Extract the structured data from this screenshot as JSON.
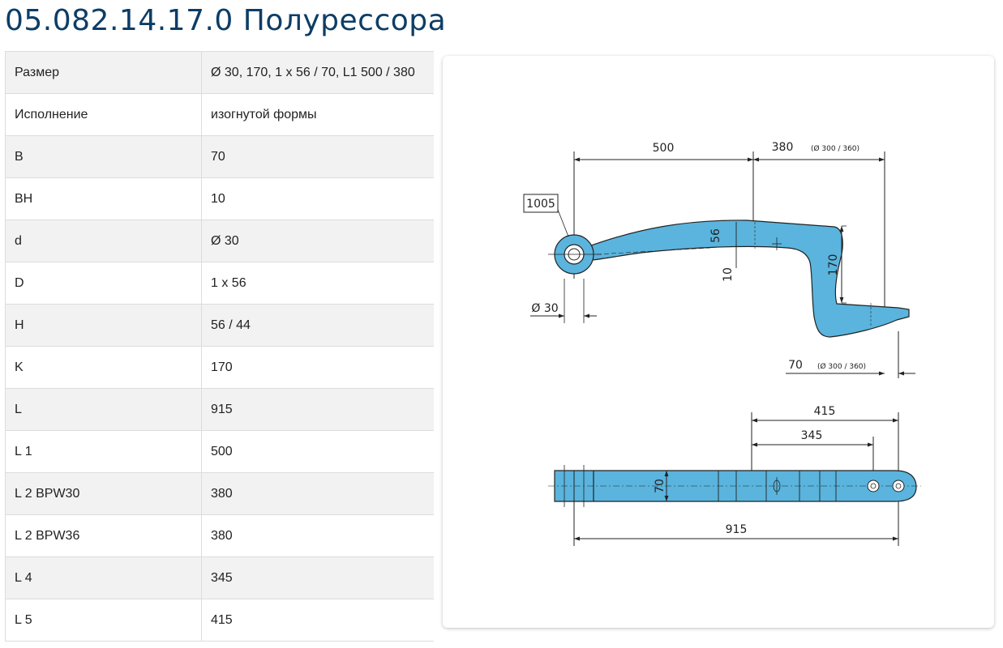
{
  "page": {
    "title": "05.082.14.17.0 Полурессора"
  },
  "specs": [
    {
      "key": "Размер",
      "value": "Ø 30, 170, 1 x 56 / 70, L1 500 / 380"
    },
    {
      "key": "Исполнение",
      "value": "изогнутой формы"
    },
    {
      "key": "B",
      "value": "70"
    },
    {
      "key": "BH",
      "value": "10"
    },
    {
      "key": "d",
      "value": "Ø 30"
    },
    {
      "key": "D",
      "value": "1 x 56"
    },
    {
      "key": "H",
      "value": "56 / 44"
    },
    {
      "key": "K",
      "value": "170"
    },
    {
      "key": "L",
      "value": "915"
    },
    {
      "key": "L 1",
      "value": "500"
    },
    {
      "key": "L 2 BPW30",
      "value": "380"
    },
    {
      "key": "L 2 BPW36",
      "value": "380"
    },
    {
      "key": "L 4",
      "value": "345"
    },
    {
      "key": "L 5",
      "value": "415"
    }
  ],
  "drawing": {
    "colors": {
      "part": "#5ab4dd",
      "line": "#222222"
    },
    "labels": {
      "l1": "500",
      "l2": "380",
      "l2_note": "(Ø 300 / 360)",
      "part_code": "1005",
      "thickness": "56",
      "bh": "10",
      "k": "170",
      "diameter": "Ø 30",
      "end_width": "70",
      "end_note": "(Ø 300 / 360)",
      "l5": "415",
      "l4": "345",
      "b": "70",
      "l": "915"
    }
  }
}
